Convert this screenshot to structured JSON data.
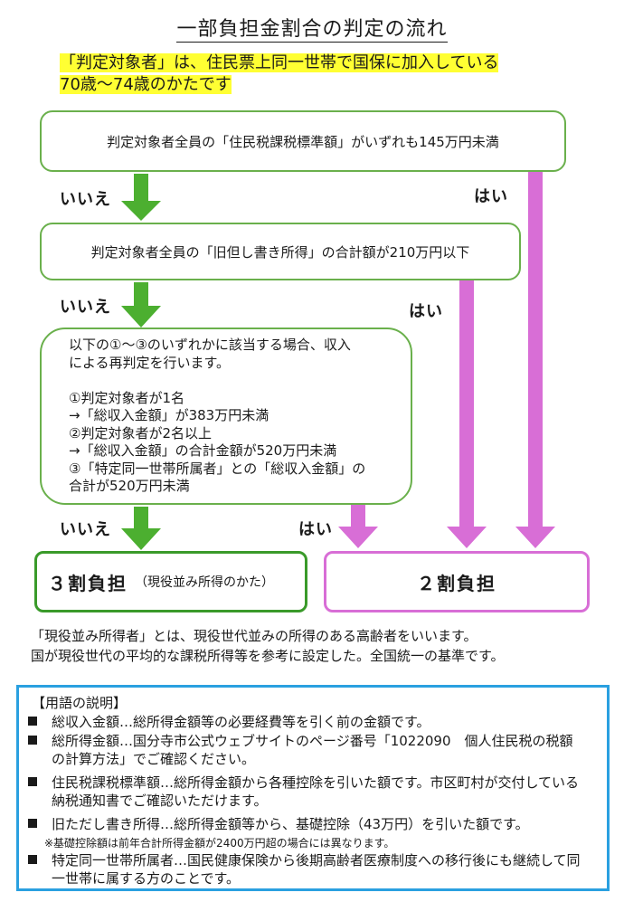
{
  "title": "一部負担金割合の判定の流れ",
  "intro": {
    "line1": "「判定対象者」は、住民票上同一世帯で国保に加入している",
    "line2": "70歳～74歳のかたです"
  },
  "box1": "判定対象者全員の「住民税課税標準額」がいずれも145万円未満",
  "box2": "判定対象者全員の「旧但し書き所得」の合計額が210万円以下",
  "box3": [
    "以下の①～③のいずれかに該当する場合、収入",
    "による再判定を行います。",
    "",
    "①判定対象者が1名",
    "→「総収入金額」が383万円未満",
    "②判定対象者が2名以上",
    "→「総収入金額」の合計金額が520万円未満",
    "③「特定同一世帯所属者」との「総収入金額」の",
    "合計が520万円未満"
  ],
  "labels": {
    "no": "いいえ",
    "yes": "はい"
  },
  "result3": {
    "main": "３割負担",
    "note": "（現役並み所得のかた）"
  },
  "result2": {
    "main": "２割負担"
  },
  "note": {
    "line1": "「現役並み所得者」とは、現役世代並みの所得のある高齢者をいいます。",
    "line2": "国が現役世代の平均的な課税所得等を参考に設定した。全国統一の基準です。"
  },
  "glossary": {
    "title": "【用語の説明】",
    "items": [
      "総収入金額…総所得金額等の必要経費等を引く前の金額です。",
      "総所得金額…国分寺市公式ウェブサイトのページ番号「1022090　個人住民税の税額の計算方法」でご確認ください。",
      "住民税課税標準額…総所得金額から各種控除を引いた額です。市区町村が交付している納税通知書でご確認いただけます。",
      "旧ただし書き所得…総所得金額等から、基礎控除（43万円）を引いた額です。",
      "特定同一世帯所属者…国民健康保険から後期高齢者医療制度への移行後にも継続して同一世帯に属する方のことです。"
    ],
    "small": "※基礎控除額は前年合計所得金額が2400万円超の場合には異なります。"
  },
  "colors": {
    "green": "#4caf30",
    "pink": "#d86ed6",
    "box_border": "#6ab04c",
    "highlight": "#ffff33",
    "glossary_border": "#2aa0e0"
  }
}
